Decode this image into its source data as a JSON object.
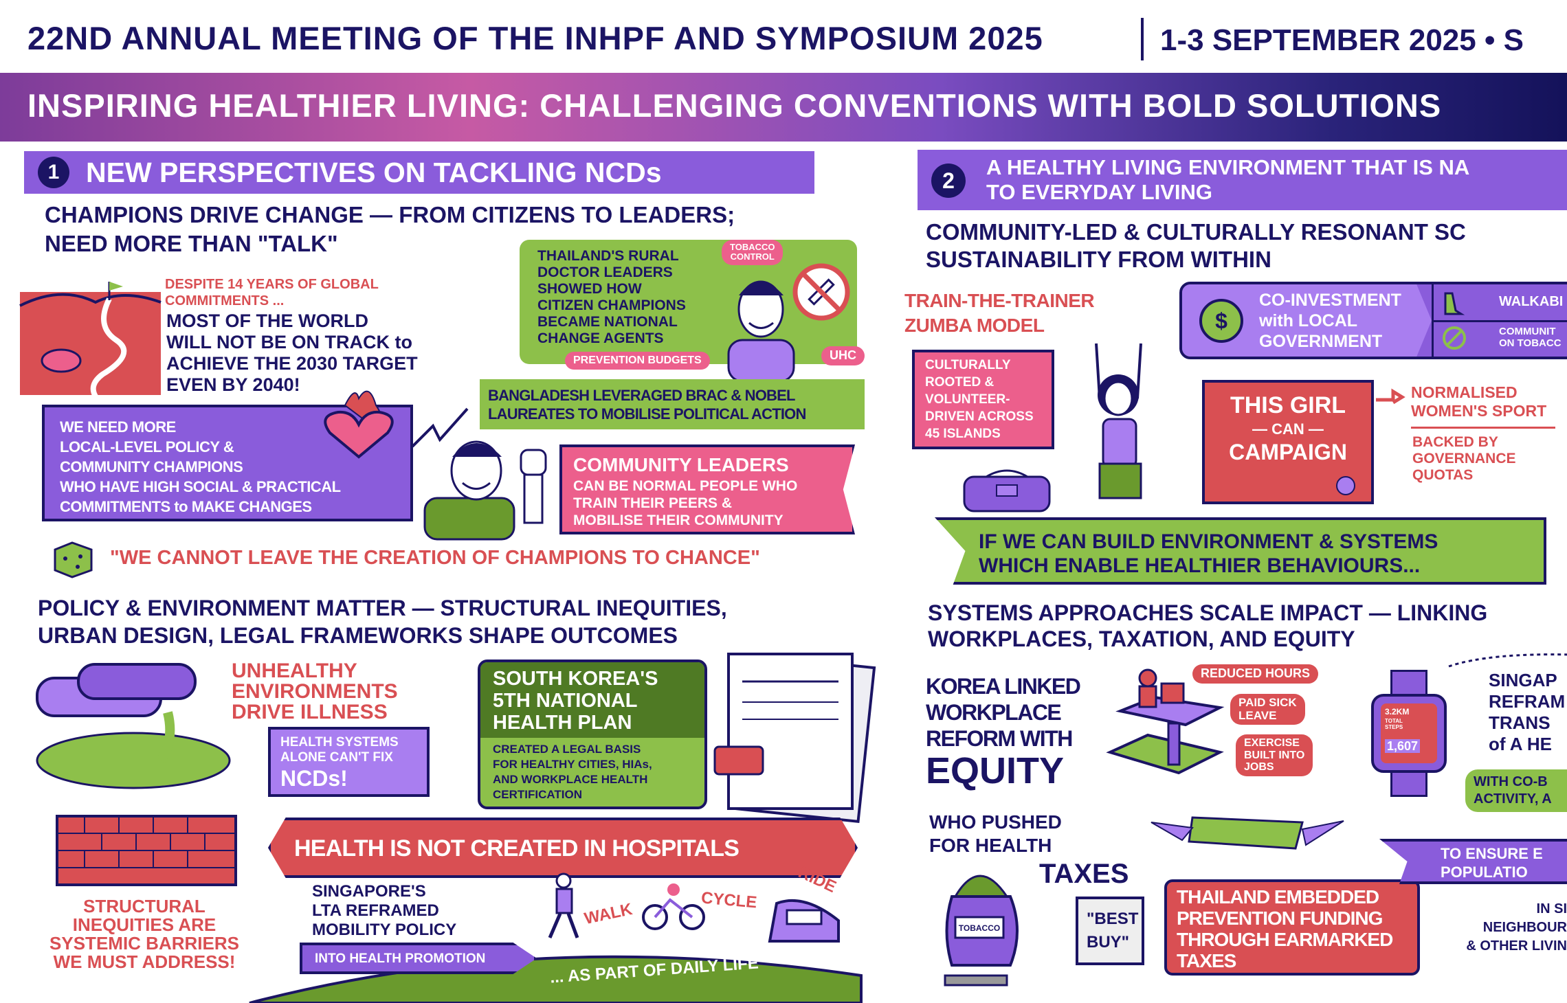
{
  "header": {
    "title": "22ND ANNUAL MEETING OF THE INHPF AND SYMPOSIUM 2025",
    "date": "1-3 SEPTEMBER 2025 • S"
  },
  "banner": {
    "text": "INSPIRING HEALTHIER LIVING: CHALLENGING CONVENTIONS WITH BOLD SOLUTIONS"
  },
  "colors": {
    "navy": "#1b1464",
    "purple": "#8a5cdb",
    "red": "#d94f53",
    "pink": "#ec5f8c",
    "green": "#8dc04a"
  },
  "section1": {
    "number": "1",
    "title": "NEW PERSPECTIVES ON TACKLING NCDs",
    "subhead1": "CHAMPIONS DRIVE CHANGE — FROM CITIZENS TO LEADERS;\nNEED MORE THAN \"TALK\"",
    "despite": "DESPITE 14 YEARS OF GLOBAL\nCOMMITMENTS ...",
    "most_world": "MOST OF THE WORLD\nWILL NOT BE ON TRACK to\nACHIEVE THE 2030 TARGET\nEVEN BY 2040!",
    "thailand": "THAILAND'S RURAL\nDOCTOR LEADERS\nSHOWED HOW\nCITIZEN CHAMPIONS\nBECAME NATIONAL\nCHANGE AGENTS",
    "tag_tobacco": "TOBACCO\nCONTROL",
    "tag_prevention": "PREVENTION BUDGETS",
    "tag_uhc": "UHC",
    "bangladesh": "BANGLADESH LEVERAGED BRAC & NOBEL\nLAUREATES TO MOBILISE POLITICAL ACTION",
    "we_need": "WE NEED MORE\nLOCAL-LEVEL POLICY &\nCOMMUNITY CHAMPIONS\nWHO HAVE HIGH SOCIAL & PRACTICAL\nCOMMITMENTS to MAKE CHANGES",
    "community_leaders_title": "COMMUNITY LEADERS",
    "community_leaders": "CAN BE NORMAL PEOPLE WHO\nTRAIN THEIR PEERS &\nMOBILISE THEIR COMMUNITY",
    "quote": "\"WE CANNOT LEAVE THE CREATION OF CHAMPIONS TO CHANCE\"",
    "subhead2": "POLICY & ENVIRONMENT MATTER — STRUCTURAL INEQUITIES,\nURBAN DESIGN, LEGAL FRAMEWORKS SHAPE OUTCOMES",
    "unhealthy": "UNHEALTHY\nENVIRONMENTS\nDRIVE ILLNESS",
    "health_systems": "HEALTH SYSTEMS\nALONE CAN'T FIX",
    "ncds": "NCDs!",
    "korea_title": "SOUTH KOREA'S\n5TH NATIONAL\nHEALTH PLAN",
    "korea_body": "CREATED A LEGAL BASIS\nFOR HEALTHY CITIES, HIAs,\nAND WORKPLACE HEALTH\nCERTIFICATION",
    "hospitals": "HEALTH IS NOT CREATED IN HOSPITALS",
    "structural": "STRUCTURAL\nINEQUITIES ARE\nSYSTEMIC BARRIERS\nWE MUST ADDRESS!",
    "singapore": "SINGAPORE'S\nLTA REFRAMED\nMOBILITY POLICY",
    "health_promotion": "INTO HEALTH PROMOTION",
    "walk": "WALK",
    "cycle": "CYCLE",
    "ride": "RIDE",
    "daily_life": "... AS PART OF DAILY LIFE"
  },
  "section2": {
    "number": "2",
    "title": "A HEALTHY LIVING ENVIRONMENT THAT IS NA\nTO EVERYDAY LIVING",
    "subhead1": "COMMUNITY-LED & CULTURALLY RESONANT SC\nSUSTAINABILITY FROM WITHIN",
    "zumba": "TRAIN-THE-TRAINER\nZUMBA MODEL",
    "culturally": "CULTURALLY\nROOTED &\nVOLUNTEER-\nDRIVEN ACROSS\n45 ISLANDS",
    "coinvest": "CO-INVESTMENT\nwith LOCAL\nGOVERNMENT",
    "walkable": "WALKABI",
    "community_tobacco": "COMMUNIT\nON TOBACC",
    "this_girl": "THIS GIRL",
    "can": "— CAN —",
    "campaign": "CAMPAIGN",
    "normalised": "NORMALISED\nWOMEN'S SPORT",
    "backed": "BACKED BY\nGOVERNANCE\nQUOTAS",
    "if_we_can": "IF WE CAN BUILD ENVIRONMENT & SYSTEMS\nWHICH ENABLE HEALTHIER BEHAVIOURS...",
    "subhead2": "SYSTEMS APPROACHES SCALE IMPACT — LINKING\nWORKPLACES, TAXATION, AND EQUITY",
    "korea": "KOREA LINKED\nWORKPLACE\nREFORM WITH",
    "equity": "EQUITY",
    "reduced_hours": "REDUCED HOURS",
    "paid_sick": "PAID SICK\nLEAVE",
    "exercise": "EXERCISE\nBUILT INTO\nJOBS",
    "watch_distance": "3.2KM",
    "watch_label": "TOTAL\nSTEPS",
    "watch_steps": "1,607",
    "singapore": "SINGAP\nREFRAM\nTRANS\nof A HE",
    "co_b": "WITH CO-B\nACTIVITY, A",
    "who_pushed": "WHO PUSHED\nFOR HEALTH",
    "taxes": "TAXES",
    "tobacco_label": "TOBACCO",
    "best_buy": "\"BEST\nBUY\"",
    "thailand_taxes": "THAILAND EMBEDDED\nPREVENTION FUNDING\nTHROUGH EARMARKED\nTAXES",
    "ensure": "TO ENSURE E\nPOPULATIO",
    "neighbour": "IN SI\nNEIGHBOUR\n& OTHER LIVIN"
  }
}
